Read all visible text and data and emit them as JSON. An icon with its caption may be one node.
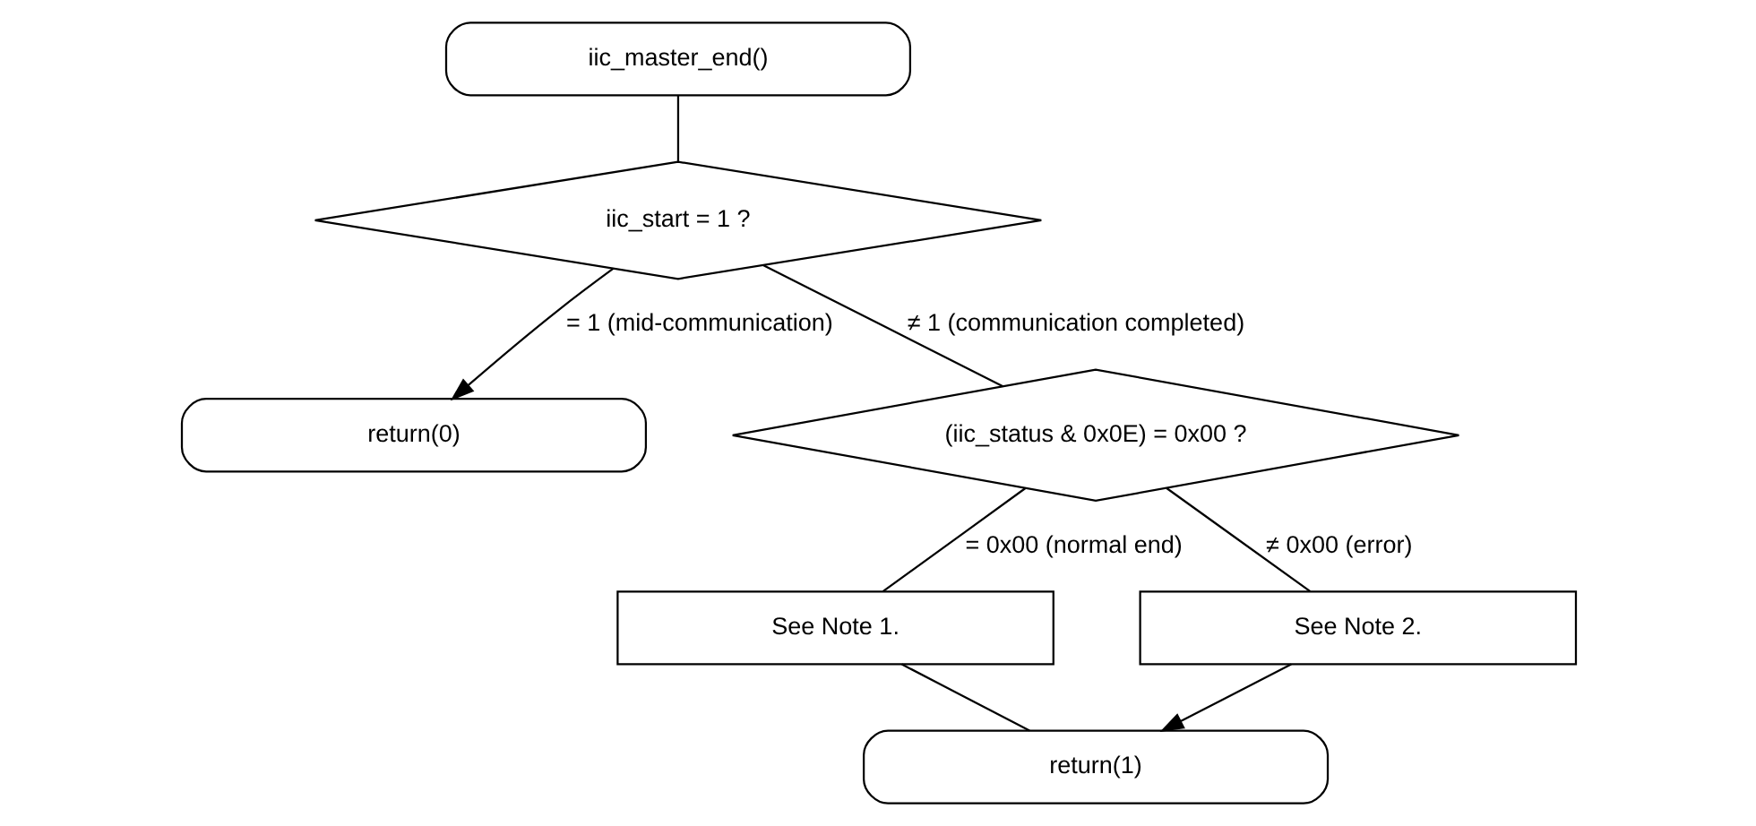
{
  "diagram": {
    "nodes": [
      {
        "text": [
          "iic_master_end()"
        ]
      },
      {
        "text": [
          "iic_start = 1 ?"
        ]
      },
      {
        "text": [
          "return(0)"
        ]
      },
      {
        "text": [
          "(iic_status & 0x0E) = 0x00 ?"
        ]
      },
      {
        "text": [
          "See Note 1."
        ]
      },
      {
        "text": [
          "See Note 2."
        ]
      },
      {
        "text": [
          "return(1)"
        ]
      }
    ],
    "edges": [
      {
        "from": 0,
        "to": 1,
        "arrow": "none"
      },
      {
        "from": 1,
        "to": 2,
        "arrow": "to",
        "label": "= 1 (mid-communication)"
      },
      {
        "from": 1,
        "to": 3,
        "arrow": "none",
        "label": "≠ 1 (communication completed)"
      },
      {
        "from": 3,
        "to": 4,
        "arrow": "none",
        "label": "= 0x00 (normal end)"
      },
      {
        "from": 3,
        "to": 5,
        "arrow": "none",
        "label": "≠ 0x00 (error)"
      },
      {
        "from": 4,
        "to": 6,
        "arrow": "none"
      },
      {
        "from": 5,
        "to": 6,
        "arrow": "to"
      }
    ]
  }
}
